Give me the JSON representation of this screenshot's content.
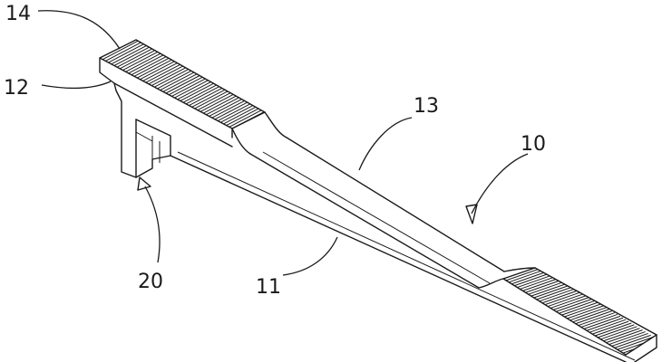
{
  "figure": {
    "reference_numerals": {
      "r10": "10",
      "r11": "11",
      "r12": "12",
      "r13": "13",
      "r14": "14",
      "r20": "20"
    }
  }
}
